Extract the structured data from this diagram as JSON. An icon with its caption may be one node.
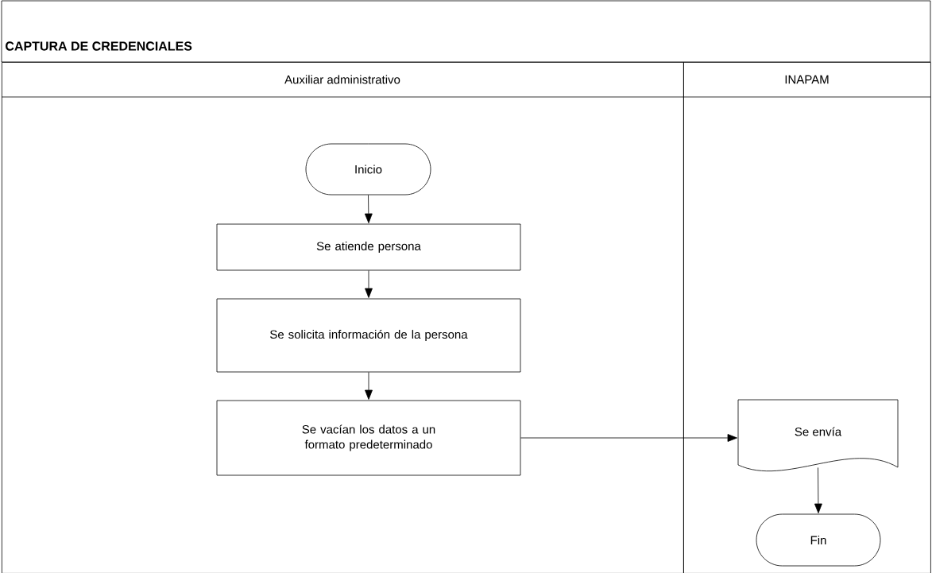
{
  "diagram": {
    "title": "CAPTURA DE CREDENCIALES",
    "nodes": [
      {
        "text": [
          "Auxiliar administrativo"
        ]
      },
      {
        "text": [
          "INAPAM"
        ]
      },
      {
        "text": [
          "Inicio"
        ],
        "in": 0
      },
      {
        "text": [
          "Se atiende persona"
        ],
        "in": 0
      },
      {
        "text": [
          "Se solicita información de la persona"
        ],
        "in": 0
      },
      {
        "text": [
          "Se vacían los datos a un formato predeterminado"
        ],
        "in": 0
      },
      {
        "text": [
          "Se envía"
        ],
        "in": 1
      },
      {
        "text": [
          "Fin"
        ],
        "in": 1
      }
    ],
    "edges": [
      {
        "from": 2,
        "to": 3,
        "arrow": "to"
      },
      {
        "from": 3,
        "to": 4,
        "arrow": "to"
      },
      {
        "from": 4,
        "to": 5,
        "arrow": "to"
      },
      {
        "from": 5,
        "to": 6,
        "arrow": "to"
      },
      {
        "from": 6,
        "to": 7,
        "arrow": "to"
      }
    ]
  }
}
